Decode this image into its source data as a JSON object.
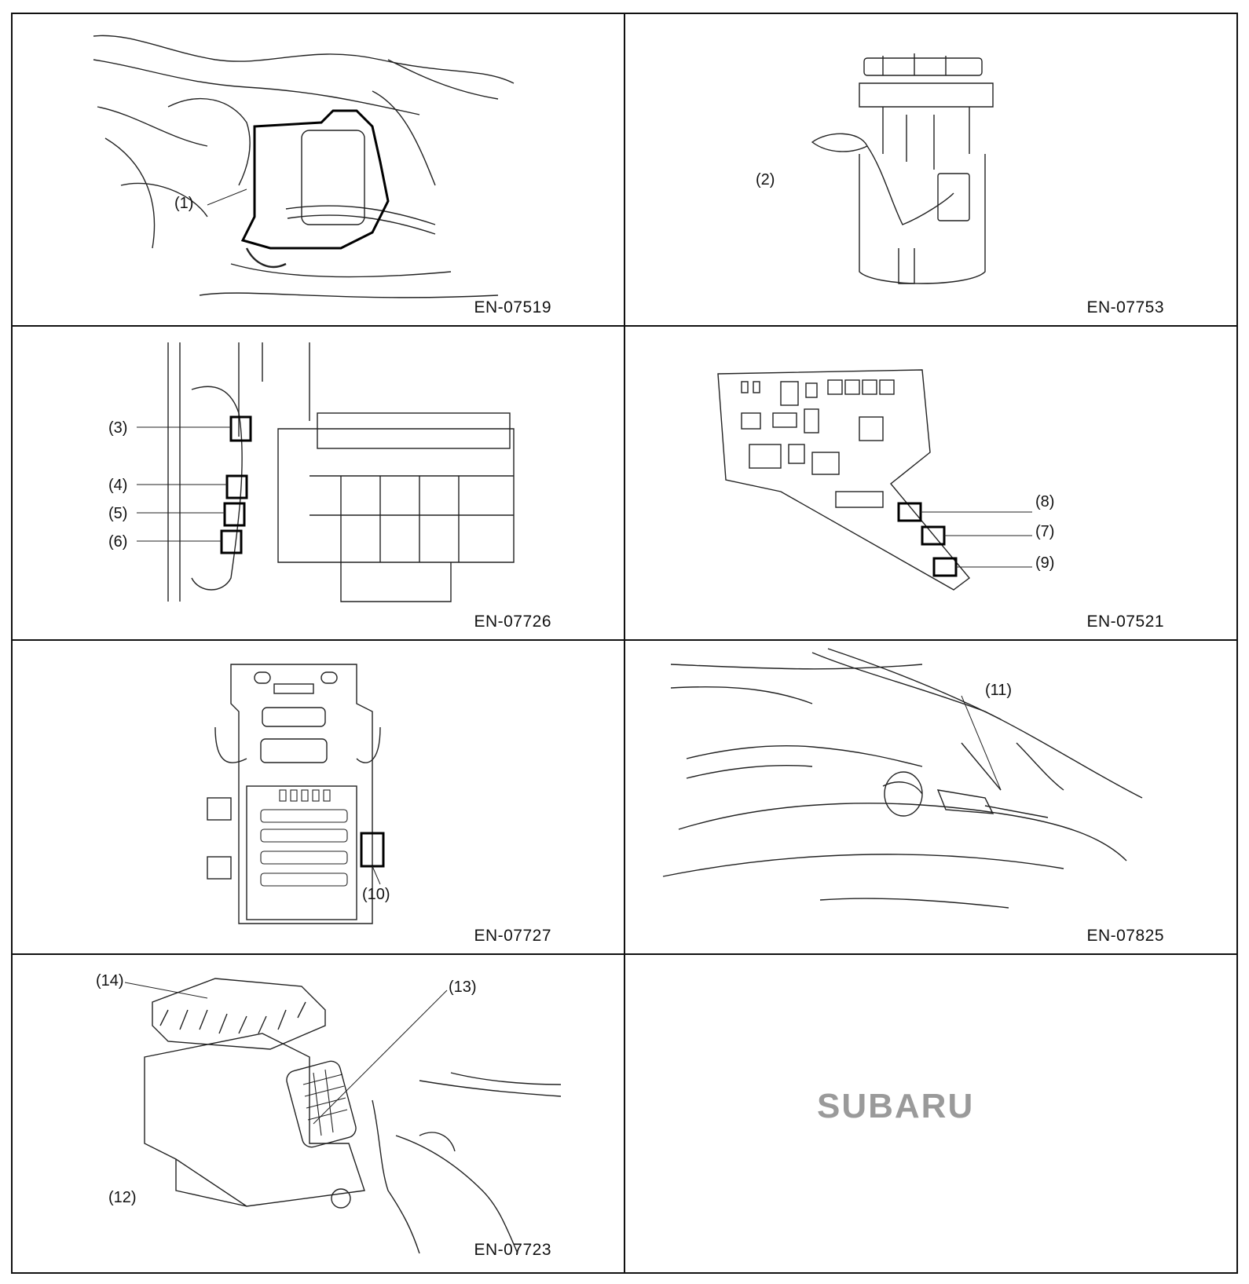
{
  "panels": [
    {
      "code": "EN-07519",
      "callouts": [
        "(1)"
      ]
    },
    {
      "code": "EN-07753",
      "callouts": [
        "(2)"
      ]
    },
    {
      "code": "EN-07726",
      "callouts": [
        "(3)",
        "(4)",
        "(5)",
        "(6)"
      ]
    },
    {
      "code": "EN-07521",
      "callouts": [
        "(8)",
        "(7)",
        "(9)"
      ]
    },
    {
      "code": "EN-07727",
      "callouts": [
        "(10)"
      ]
    },
    {
      "code": "EN-07825",
      "callouts": [
        "(11)"
      ]
    },
    {
      "code": "EN-07723",
      "callouts": [
        "(14)",
        "(13)",
        "(12)"
      ]
    }
  ],
  "logo": {
    "text": "SUBARU",
    "color": "#9a9a9a"
  }
}
